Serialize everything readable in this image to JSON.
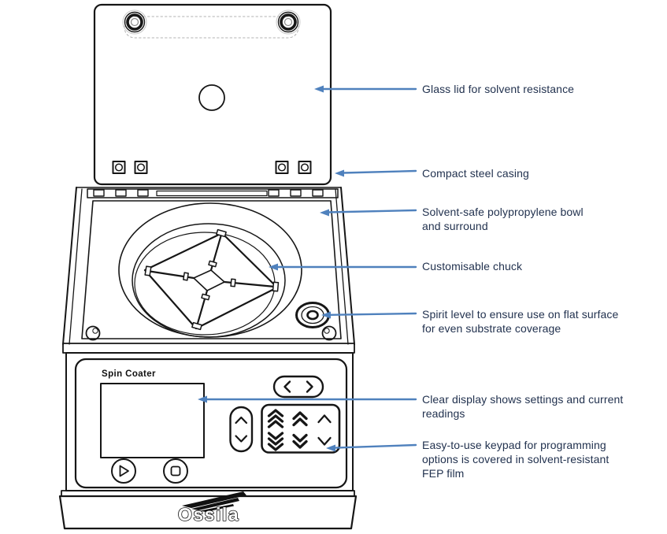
{
  "colors": {
    "arrow": "#4f81bd",
    "label_text": "#22324f",
    "line_art": "#161616"
  },
  "device": {
    "panel_title": "Spin Coater",
    "brand": "Ossila"
  },
  "labels": [
    {
      "id": "glass-lid",
      "text": "Glass lid for solvent resistance"
    },
    {
      "id": "steel-casing",
      "text": "Compact steel casing"
    },
    {
      "id": "bowl",
      "text": "Solvent-safe polypropylene bowl\nand surround"
    },
    {
      "id": "chuck",
      "text": "Customisable chuck"
    },
    {
      "id": "spirit-level",
      "text": "Spirit level to ensure use on flat surface\nfor even substrate coverage"
    },
    {
      "id": "display",
      "text": "Clear display shows settings and current\nreadings"
    },
    {
      "id": "keypad",
      "text": "Easy-to-use keypad for programming\noptions is covered in solvent-resistant\nFEP film"
    }
  ]
}
